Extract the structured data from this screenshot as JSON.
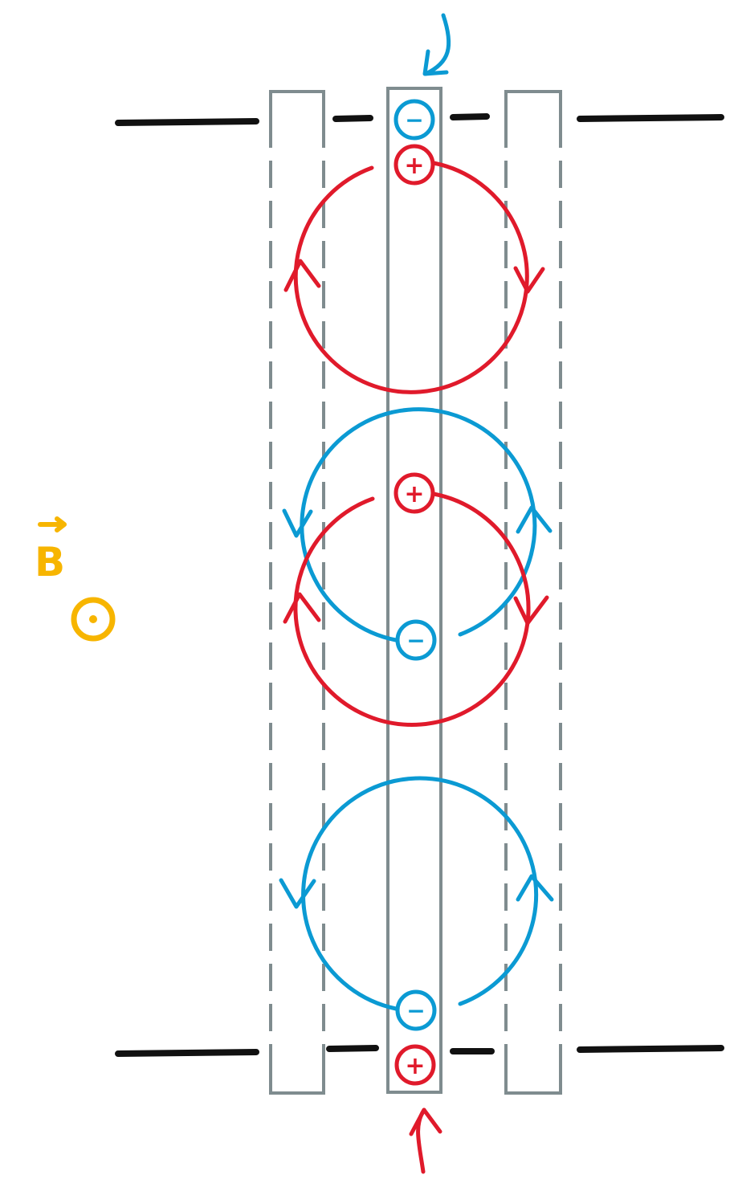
{
  "diagram": {
    "field_symbol": "B",
    "field_direction": "out-of-page-dot",
    "charges": [
      {
        "id": "top-minus",
        "sign": "−",
        "color": "#0b9ad3"
      },
      {
        "id": "top-plus",
        "sign": "+",
        "color": "#e01a2b"
      },
      {
        "id": "mid-plus",
        "sign": "+",
        "color": "#e01a2b"
      },
      {
        "id": "mid-minus",
        "sign": "−",
        "color": "#0b9ad3"
      },
      {
        "id": "bottom-minus",
        "sign": "−",
        "color": "#0b9ad3"
      },
      {
        "id": "bottom-plus",
        "sign": "+",
        "color": "#e01a2b"
      }
    ],
    "loops": [
      {
        "id": "red-loop-top",
        "color": "#e01a2b",
        "direction": "clockwise"
      },
      {
        "id": "blue-loop-mid",
        "color": "#0b9ad3",
        "direction": "counterclockwise"
      },
      {
        "id": "red-loop-mid",
        "color": "#e01a2b",
        "direction": "clockwise"
      },
      {
        "id": "blue-loop-bottom",
        "color": "#0b9ad3",
        "direction": "counterclockwise"
      }
    ],
    "colors": {
      "positive": "#e01a2b",
      "negative": "#0b9ad3",
      "field": "#f7b500",
      "structure": "#7f8c8f",
      "plates": "#111111"
    }
  }
}
